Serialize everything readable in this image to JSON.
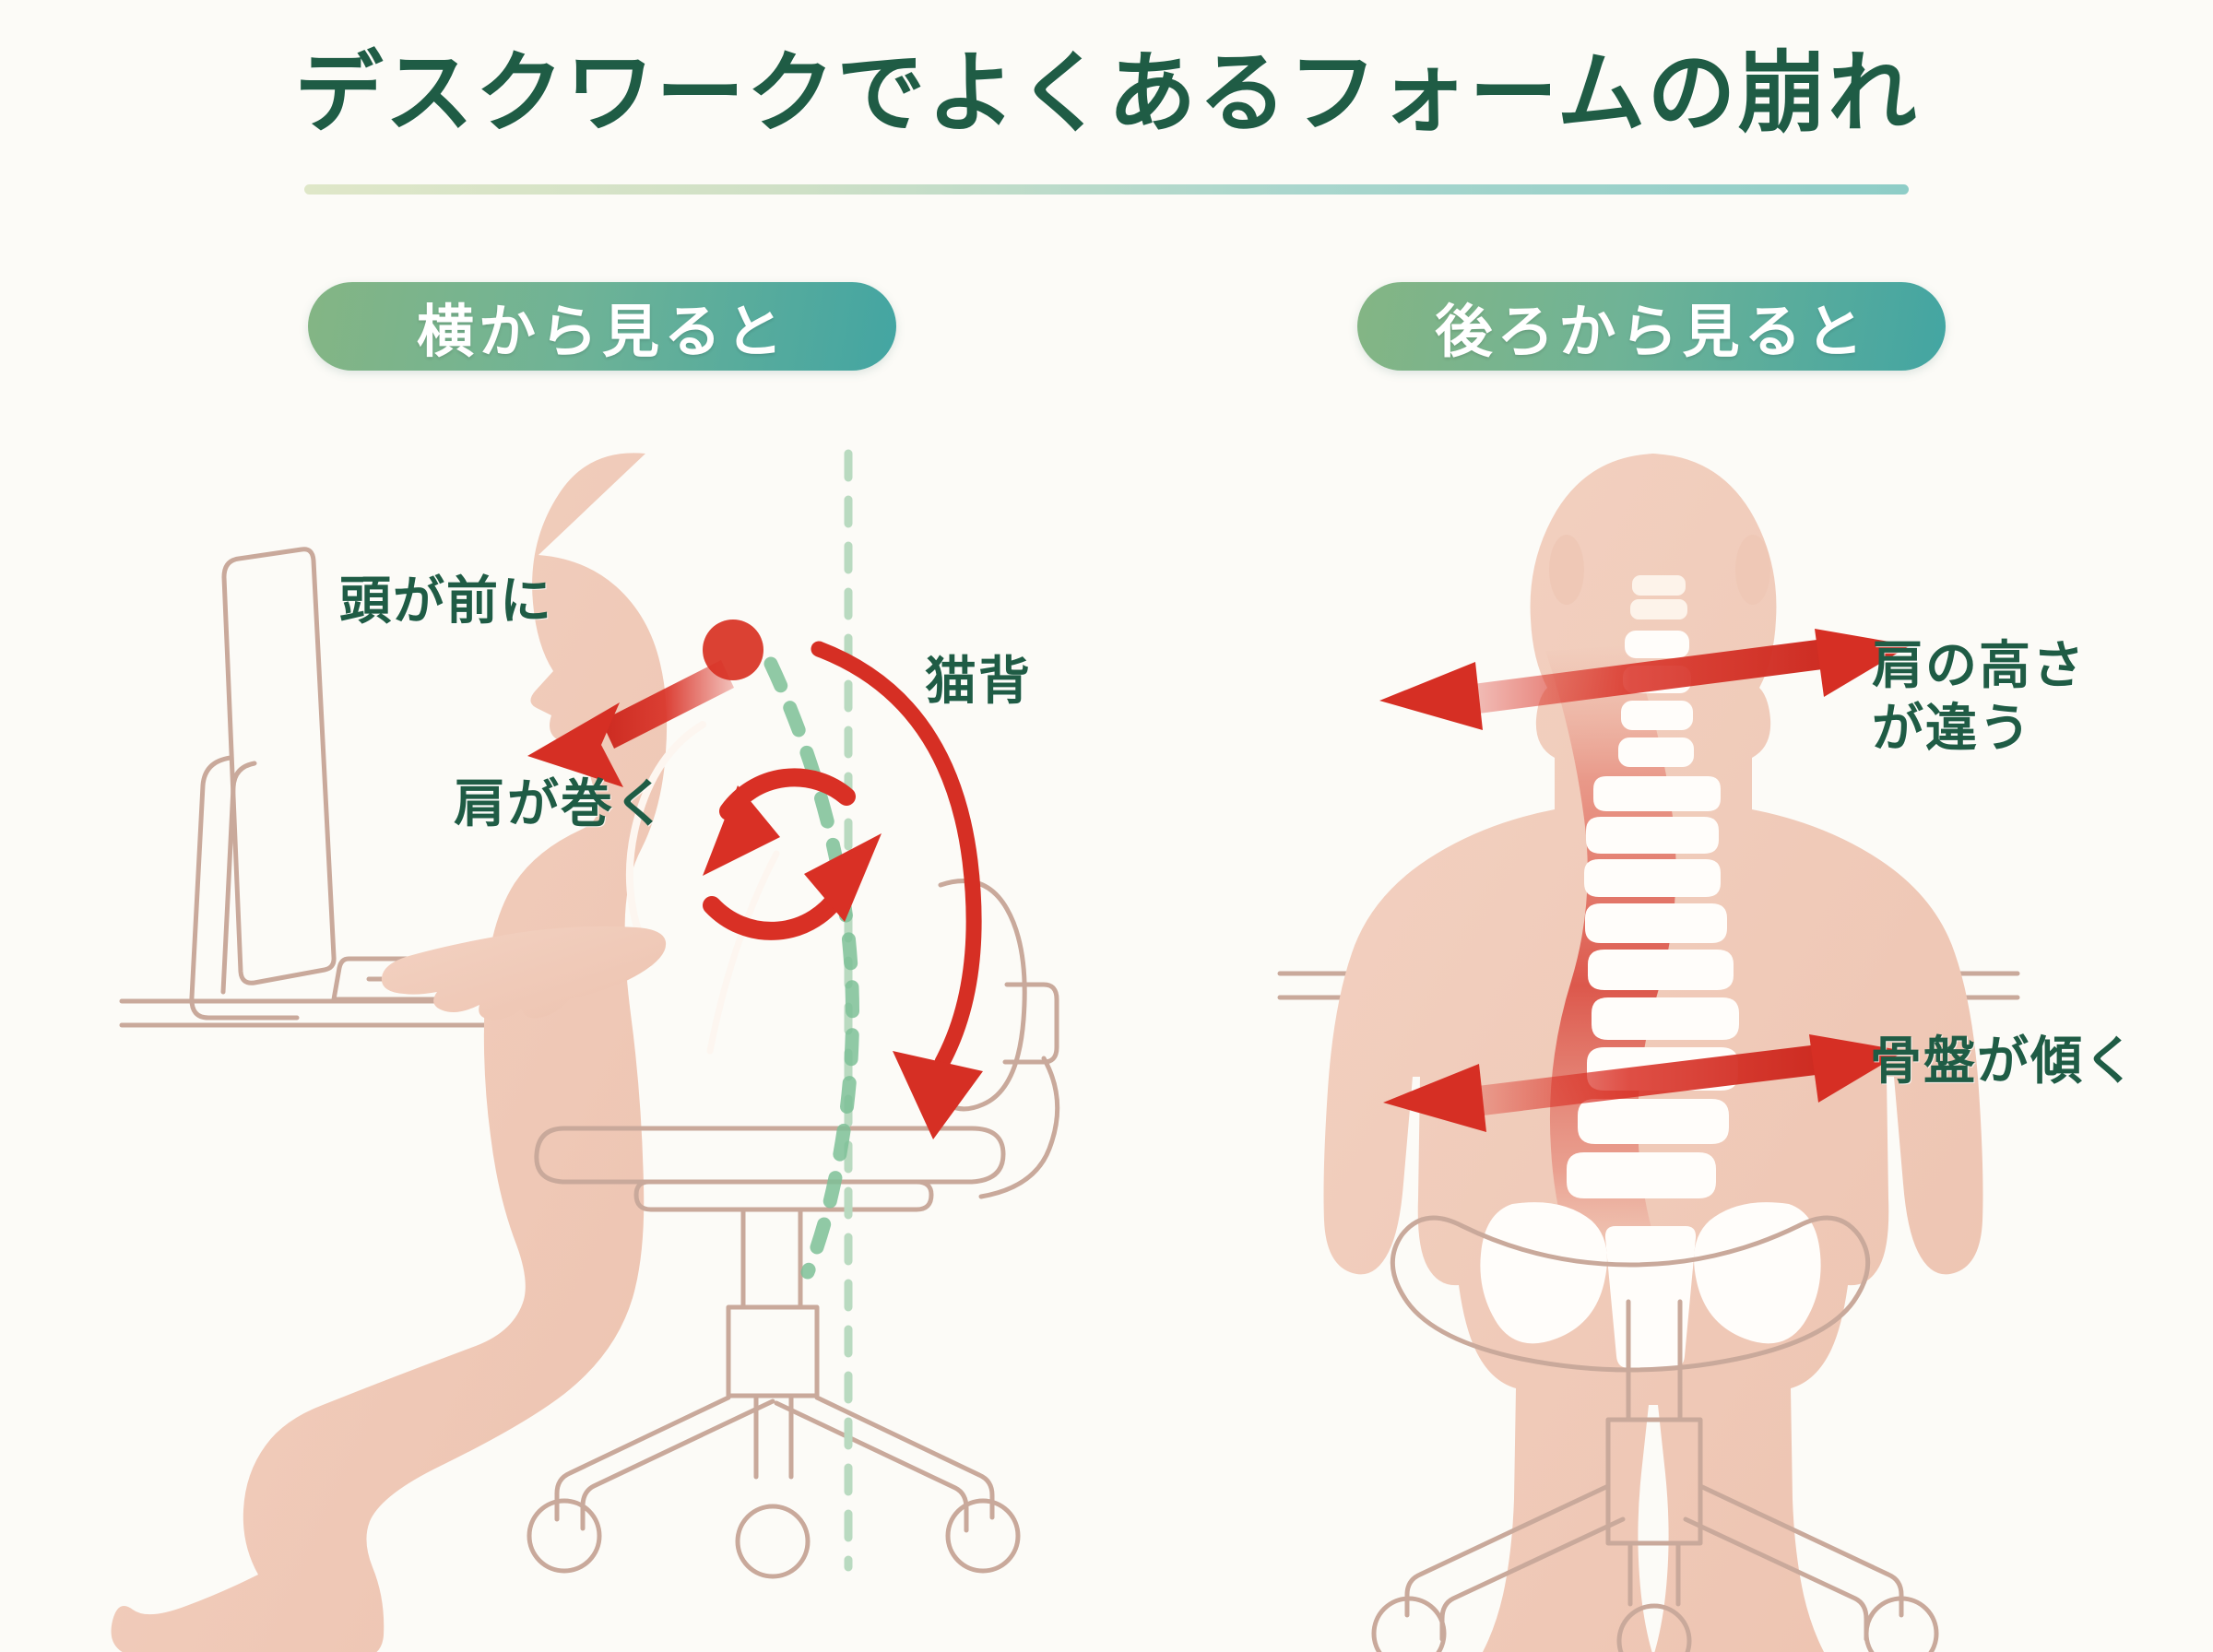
{
  "page": {
    "title": "デスクワークでよくあるフォームの崩れ",
    "background_color": "#fcfbf7",
    "title_color": "#1f5c45",
    "accent_red": "#d93025",
    "accent_green": "#1f5c45",
    "skin_color": "#f0cbba",
    "furniture_line_color": "#c9a99b",
    "plumb_line_color": "#b7d6bd",
    "spine_guide_color": "#7cbf96",
    "underline_gradient": [
      "#dfe7c8",
      "#8ecdc7"
    ],
    "badge_gradient": [
      "#84b584",
      "#43a5a2"
    ]
  },
  "sections": [
    {
      "id": "side-view",
      "badge_label": "横から見ると",
      "annotations": [
        {
          "id": "head-forward",
          "text": "頭が前に",
          "marker": "straight-arrow-left"
        },
        {
          "id": "shoulder-roll",
          "text": "肩が巻く",
          "marker": "circular-arrow"
        },
        {
          "id": "kyphosis",
          "text": "猫背",
          "marker": "curved-arrow-down"
        }
      ],
      "scene_items": [
        "monitor-outline",
        "desk-surface",
        "keyboard-outline",
        "seated-person-side",
        "office-chair-side",
        "vertical-plumb-line",
        "curved-spine-guide",
        "neck-stress-dot"
      ]
    },
    {
      "id": "back-view",
      "badge_label": "後ろから見ると",
      "annotations": [
        {
          "id": "shoulder-height",
          "text_lines": [
            "肩の高さ",
            "が違う"
          ],
          "marker": "double-arrow-tilted-shoulders"
        },
        {
          "id": "pelvis-tilt",
          "text_lines": [
            "骨盤が傾く"
          ],
          "marker": "double-arrow-tilted-pelvis"
        }
      ],
      "scene_items": [
        "desk-surface",
        "standing-person-back",
        "scoliotic-spine",
        "office-chair-back"
      ]
    }
  ]
}
